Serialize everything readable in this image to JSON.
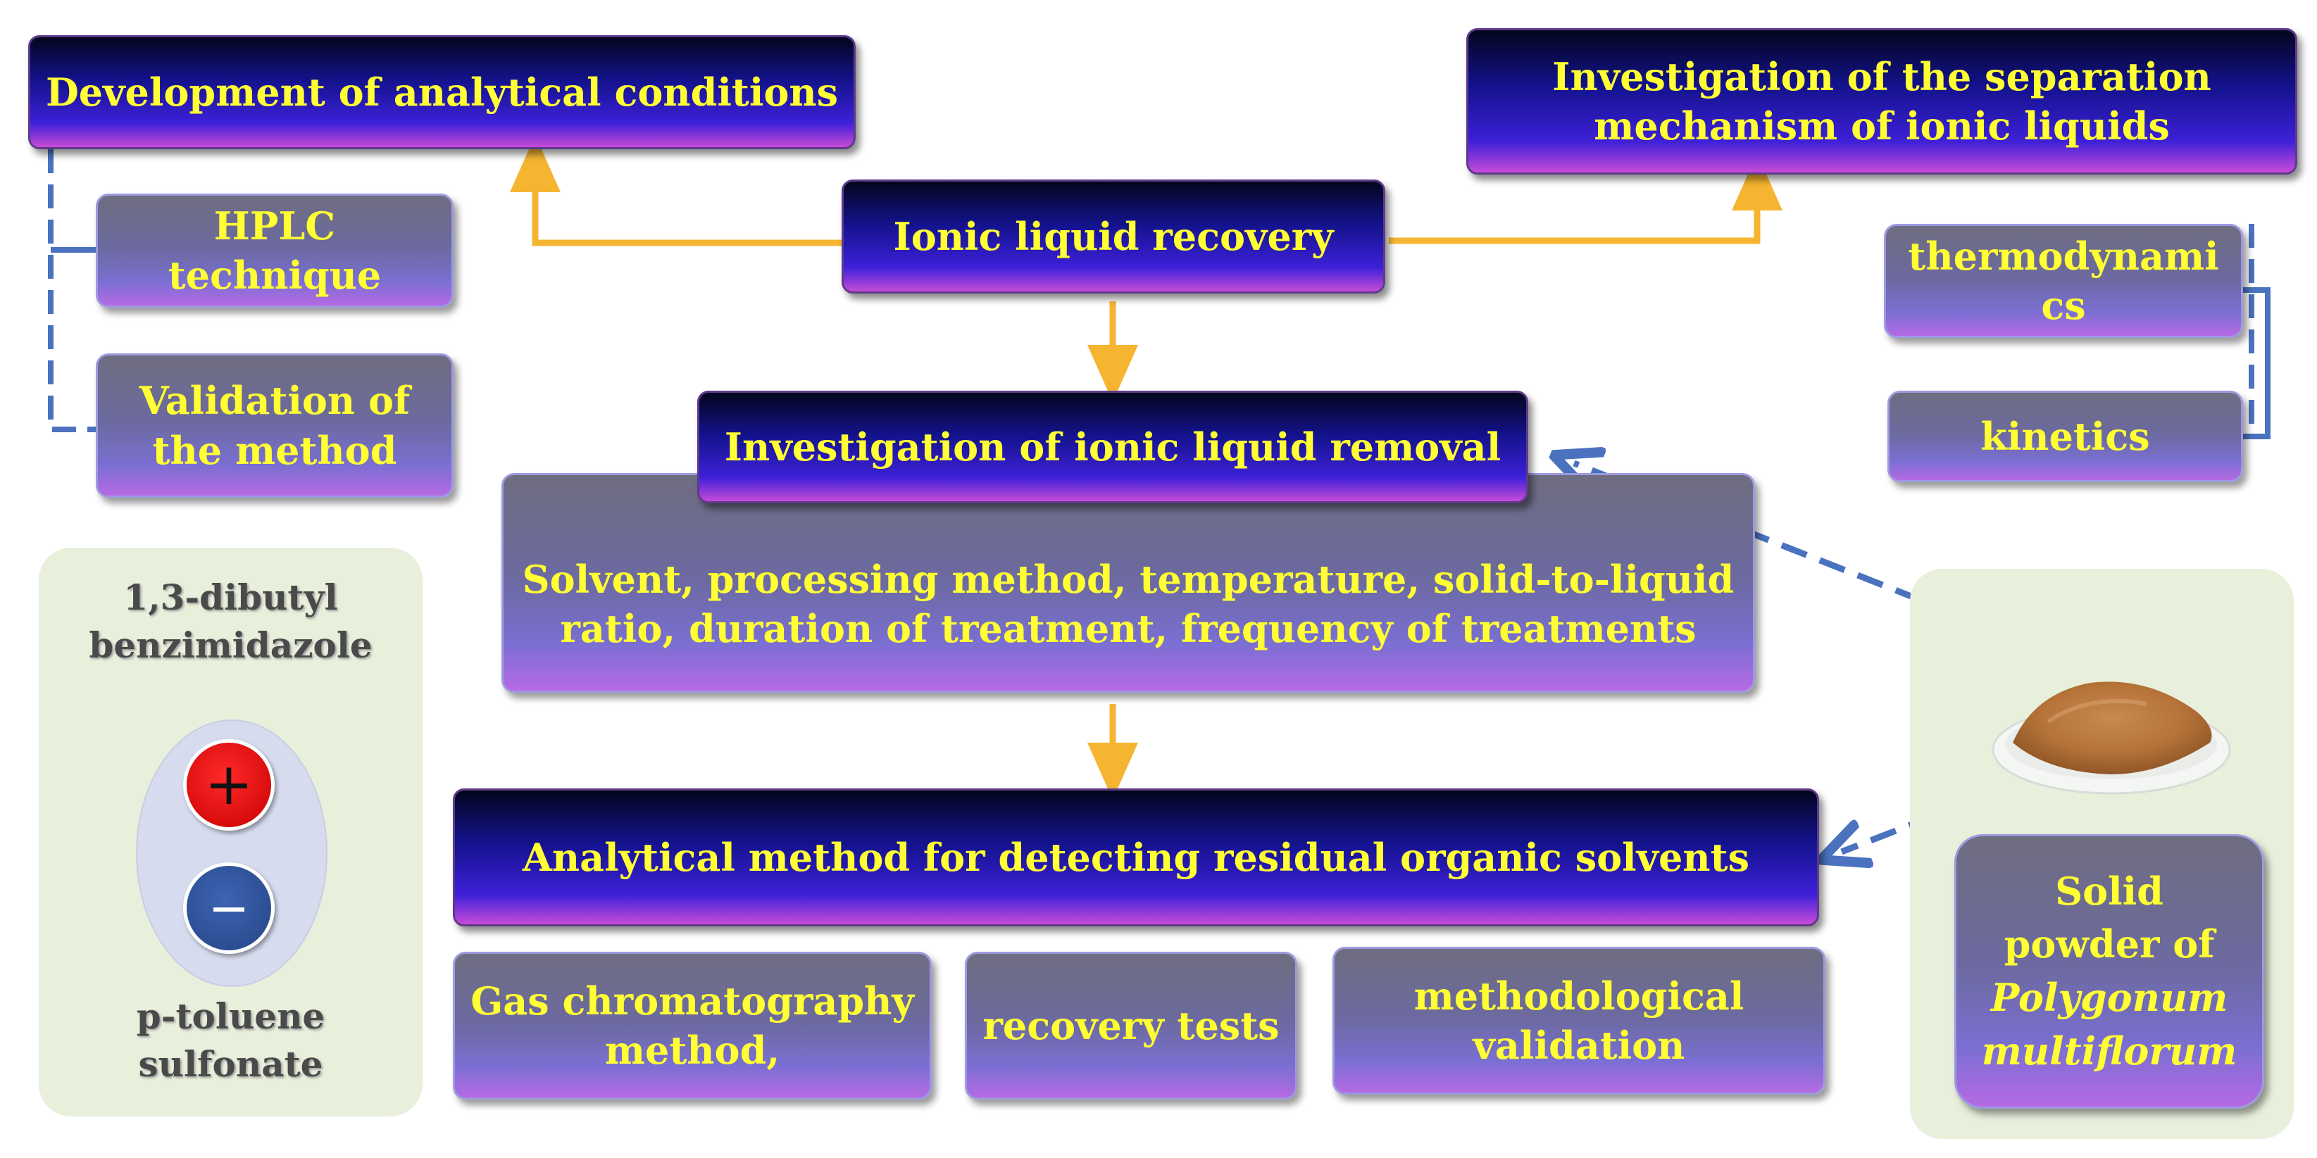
{
  "boxes": {
    "analytical_conditions": "Development of analytical conditions",
    "separation_mechanism": [
      "Investigation of the separation",
      "mechanism of ionic liquids"
    ],
    "recovery": "Ionic liquid recovery",
    "hplc": [
      "HPLC",
      "technique"
    ],
    "validation": [
      "Validation of",
      "the method"
    ],
    "thermodynamics": [
      "thermodynami",
      "cs"
    ],
    "kinetics": "kinetics",
    "removal": "Investigation of ionic liquid removal",
    "factors": [
      "Solvent, processing method, temperature, solid-to-liquid",
      "ratio, duration of treatment, frequency of treatments"
    ],
    "residual": "Analytical method for detecting residual organic solvents",
    "gc": [
      "Gas chromatography",
      "method,"
    ],
    "recovery_tests": "recovery tests",
    "methodological": [
      "methodological",
      "validation"
    ]
  },
  "ionic_liquid": {
    "cation_name": [
      "1,3-dibutyl",
      "benzimidazole"
    ],
    "anion_name": [
      "p-toluene",
      "sulfonate"
    ],
    "cation_symbol": "+",
    "anion_symbol": "−"
  },
  "sample": {
    "line1": "Solid",
    "line2": "powder of",
    "species_line1": "Polygonum",
    "species_line2": "multiflorum"
  },
  "colors": {
    "label_text": "#ffff33",
    "solid_arrow": "#f5b531",
    "dashed_line": "#4a72bf",
    "panel": "#e8f0dc",
    "cation": "#e00000",
    "anion": "#2e4f96"
  }
}
